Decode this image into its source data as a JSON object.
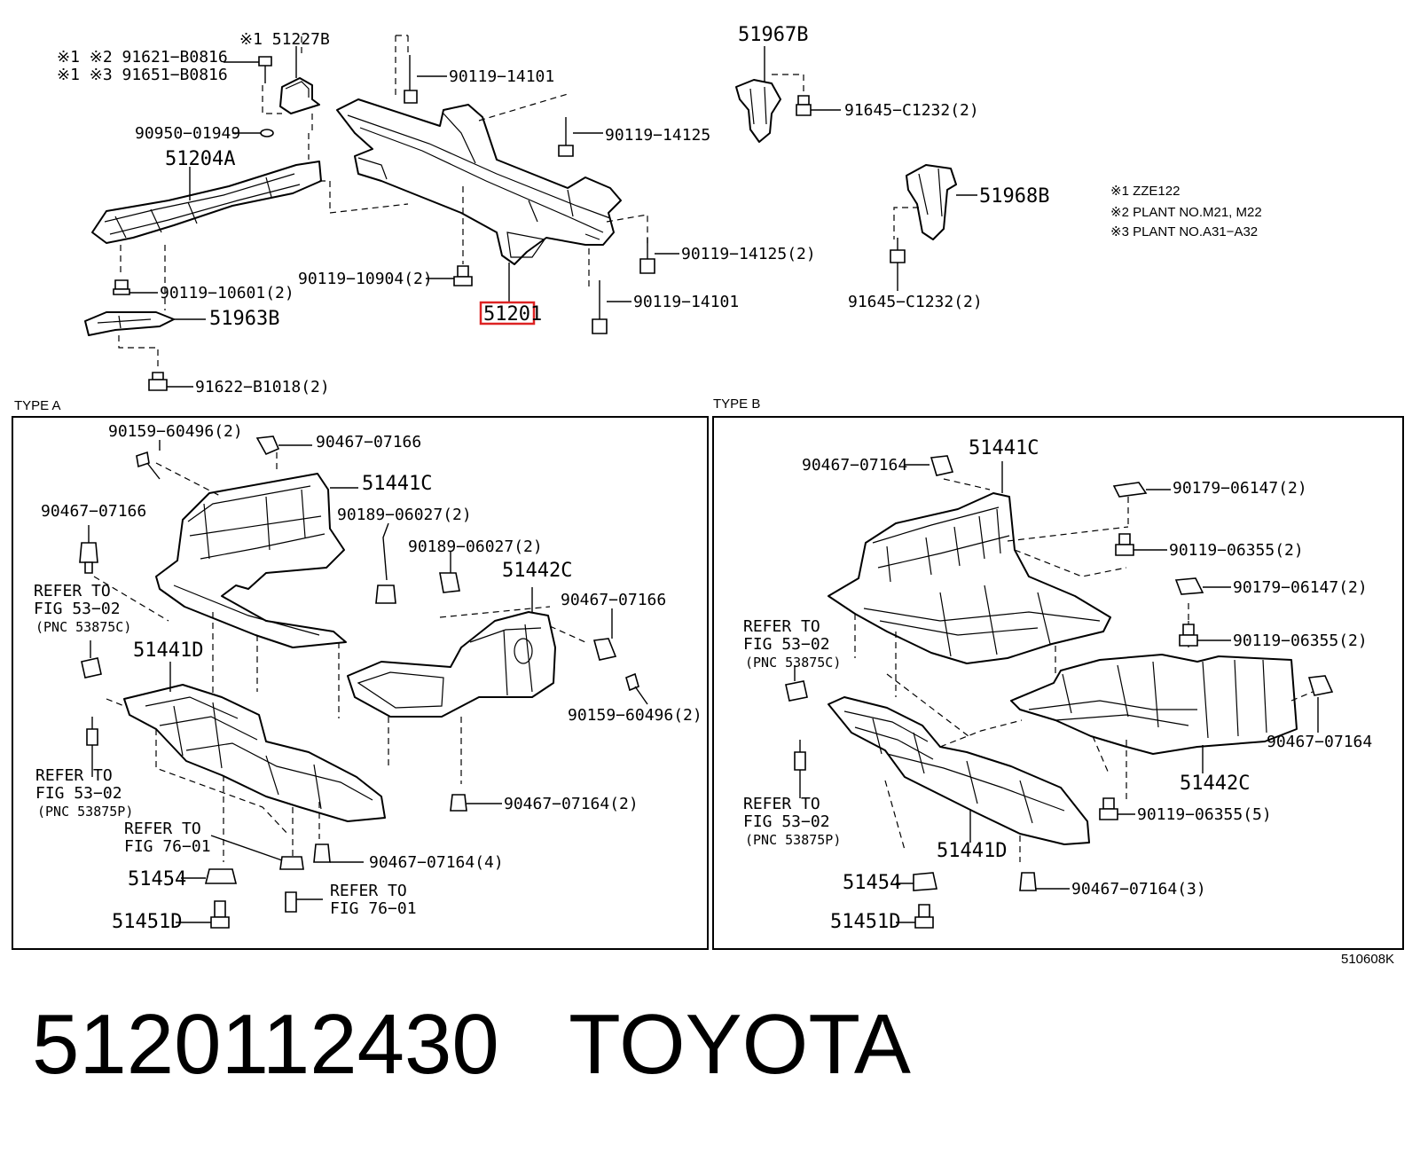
{
  "caption": {
    "part_number": "5120112430",
    "brand": "TOYOTA"
  },
  "figure_code": "510608K",
  "notes": [
    "※1 ZZE122",
    "※2 PLANT NO.M21, M22",
    "※3 PLANT NO.A31−A32"
  ],
  "top": {
    "labels": {
      "l_51227B": "※1 51227B",
      "l_91621": "※1 ※2 91621−B0816",
      "l_91651": "※1 ※3 91651−B0816",
      "l_90950": "90950−01949",
      "l_51204A": "51204A",
      "l_90119_10601": "90119−10601(2)",
      "l_51963B": "51963B",
      "l_91622": "91622−B1018(2)",
      "l_90119_14101a": "90119−14101",
      "l_90119_14125": "90119−14125",
      "l_90119_10904": "90119−10904(2)",
      "l_51201": "51201",
      "l_90119_14125_2": "90119−14125(2)",
      "l_90119_14101b": "90119−14101",
      "l_51967B": "51967B",
      "l_91645a": "91645−C1232(2)",
      "l_51968B": "51968B",
      "l_91645b": "91645−C1232(2)"
    }
  },
  "type_a": {
    "title": "TYPE A",
    "labels": {
      "a_90159a": "90159−60496(2)",
      "a_90467a": "90467−07166",
      "a_51441C": "51441C",
      "a_90467b": "90467−07166",
      "a_90189a": "90189−06027(2)",
      "a_90189b": "90189−06027(2)",
      "a_51442C": "51442C",
      "a_90467c": "90467−07166",
      "a_ref1_1": "REFER TO",
      "a_ref1_2": "FIG 53−02",
      "a_ref1_3": "(PNC 53875C)",
      "a_51441D": "51441D",
      "a_90159b": "90159−60496(2)",
      "a_ref2_1": "REFER TO",
      "a_ref2_2": "FIG 53−02",
      "a_ref2_3": "(PNC 53875P)",
      "a_ref3_1": "REFER TO",
      "a_ref3_2": "FIG 76−01",
      "a_90467d": "90467−07164(2)",
      "a_90467e": "90467−07164(4)",
      "a_51454": "51454",
      "a_ref4_1": "REFER TO",
      "a_ref4_2": "FIG 76−01",
      "a_51451D": "51451D"
    }
  },
  "type_b": {
    "title": "TYPE B",
    "labels": {
      "b_90467a": "90467−07164",
      "b_51441C": "51441C",
      "b_90179a": "90179−06147(2)",
      "b_90119a": "90119−06355(2)",
      "b_90179b": "90179−06147(2)",
      "b_ref1_1": "REFER TO",
      "b_ref1_2": "FIG 53−02",
      "b_ref1_3": "(PNC 53875C)",
      "b_90119b": "90119−06355(2)",
      "b_90467b": "90467−07164",
      "b_51442C": "51442C",
      "b_ref2_1": "REFER TO",
      "b_ref2_2": "FIG 53−02",
      "b_ref2_3": "(PNC 53875P)",
      "b_90119c": "90119−06355(5)",
      "b_51441D": "51441D",
      "b_90467c": "90467−07164(3)",
      "b_51454": "51454",
      "b_51451D": "51451D"
    }
  }
}
